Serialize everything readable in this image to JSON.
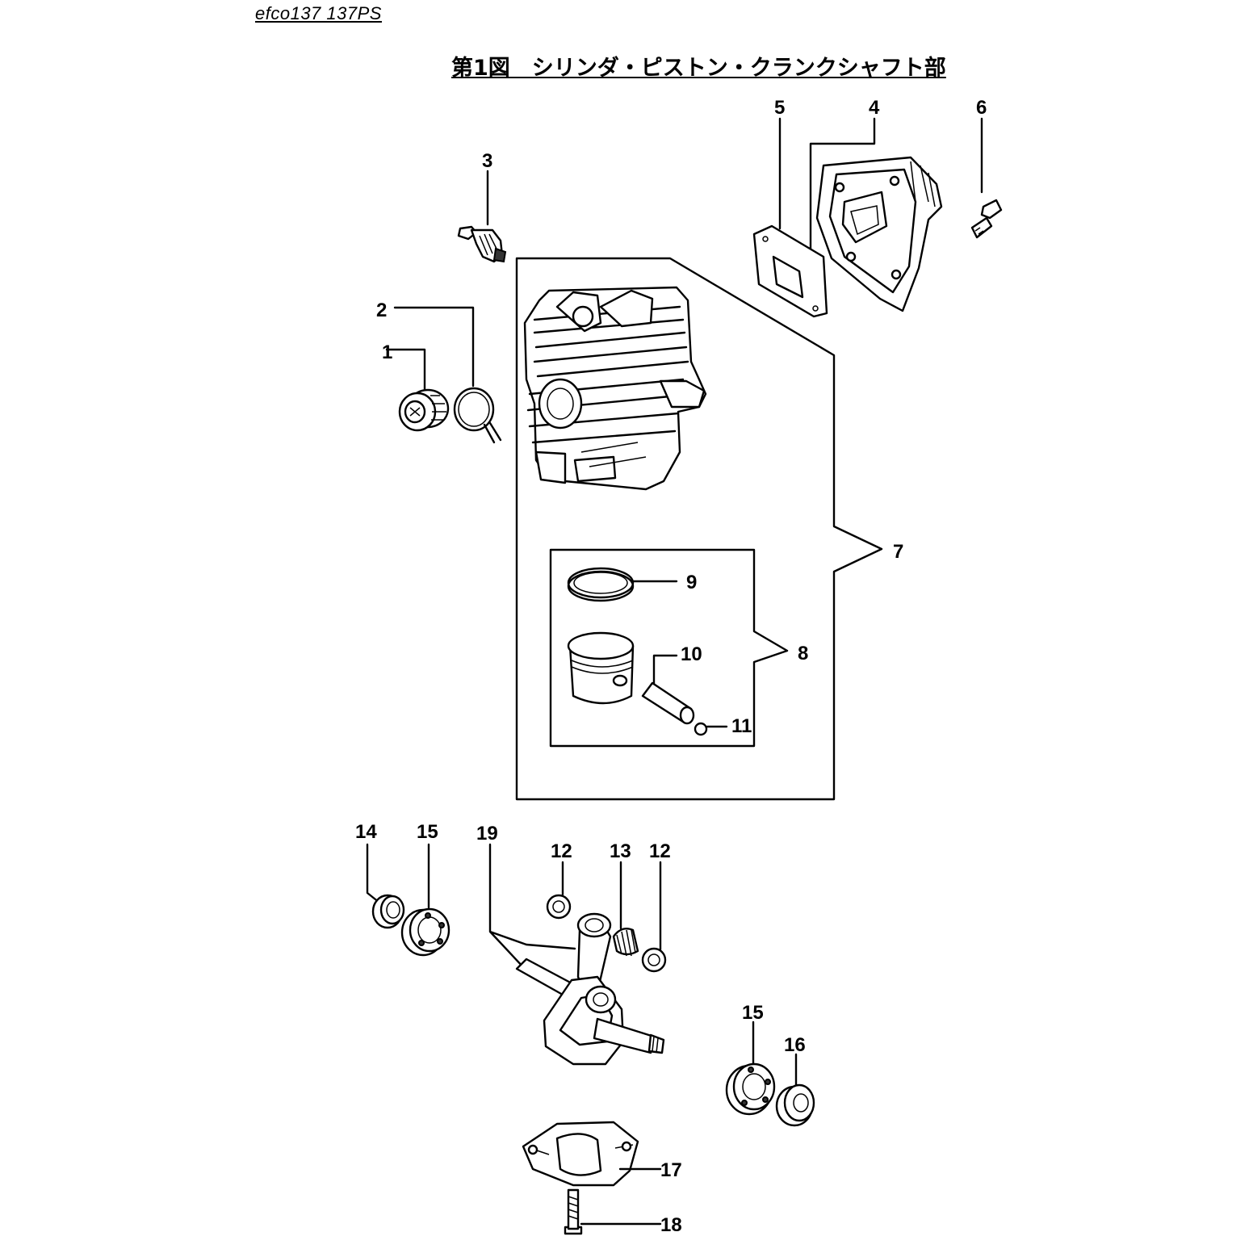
{
  "header": {
    "model": "efco137 137PS",
    "title": "第1図　シリンダ・ピストン・クランクシャフト部"
  },
  "callouts": {
    "c1": "1",
    "c2": "2",
    "c3": "3",
    "c4": "4",
    "c5": "5",
    "c6": "6",
    "c7": "7",
    "c8": "8",
    "c9": "9",
    "c10": "10",
    "c11": "11",
    "c12a": "12",
    "c12b": "12",
    "c13": "13",
    "c14": "14",
    "c15a": "15",
    "c15b": "15",
    "c16": "16",
    "c17": "17",
    "c18": "18",
    "c19": "19"
  }
}
